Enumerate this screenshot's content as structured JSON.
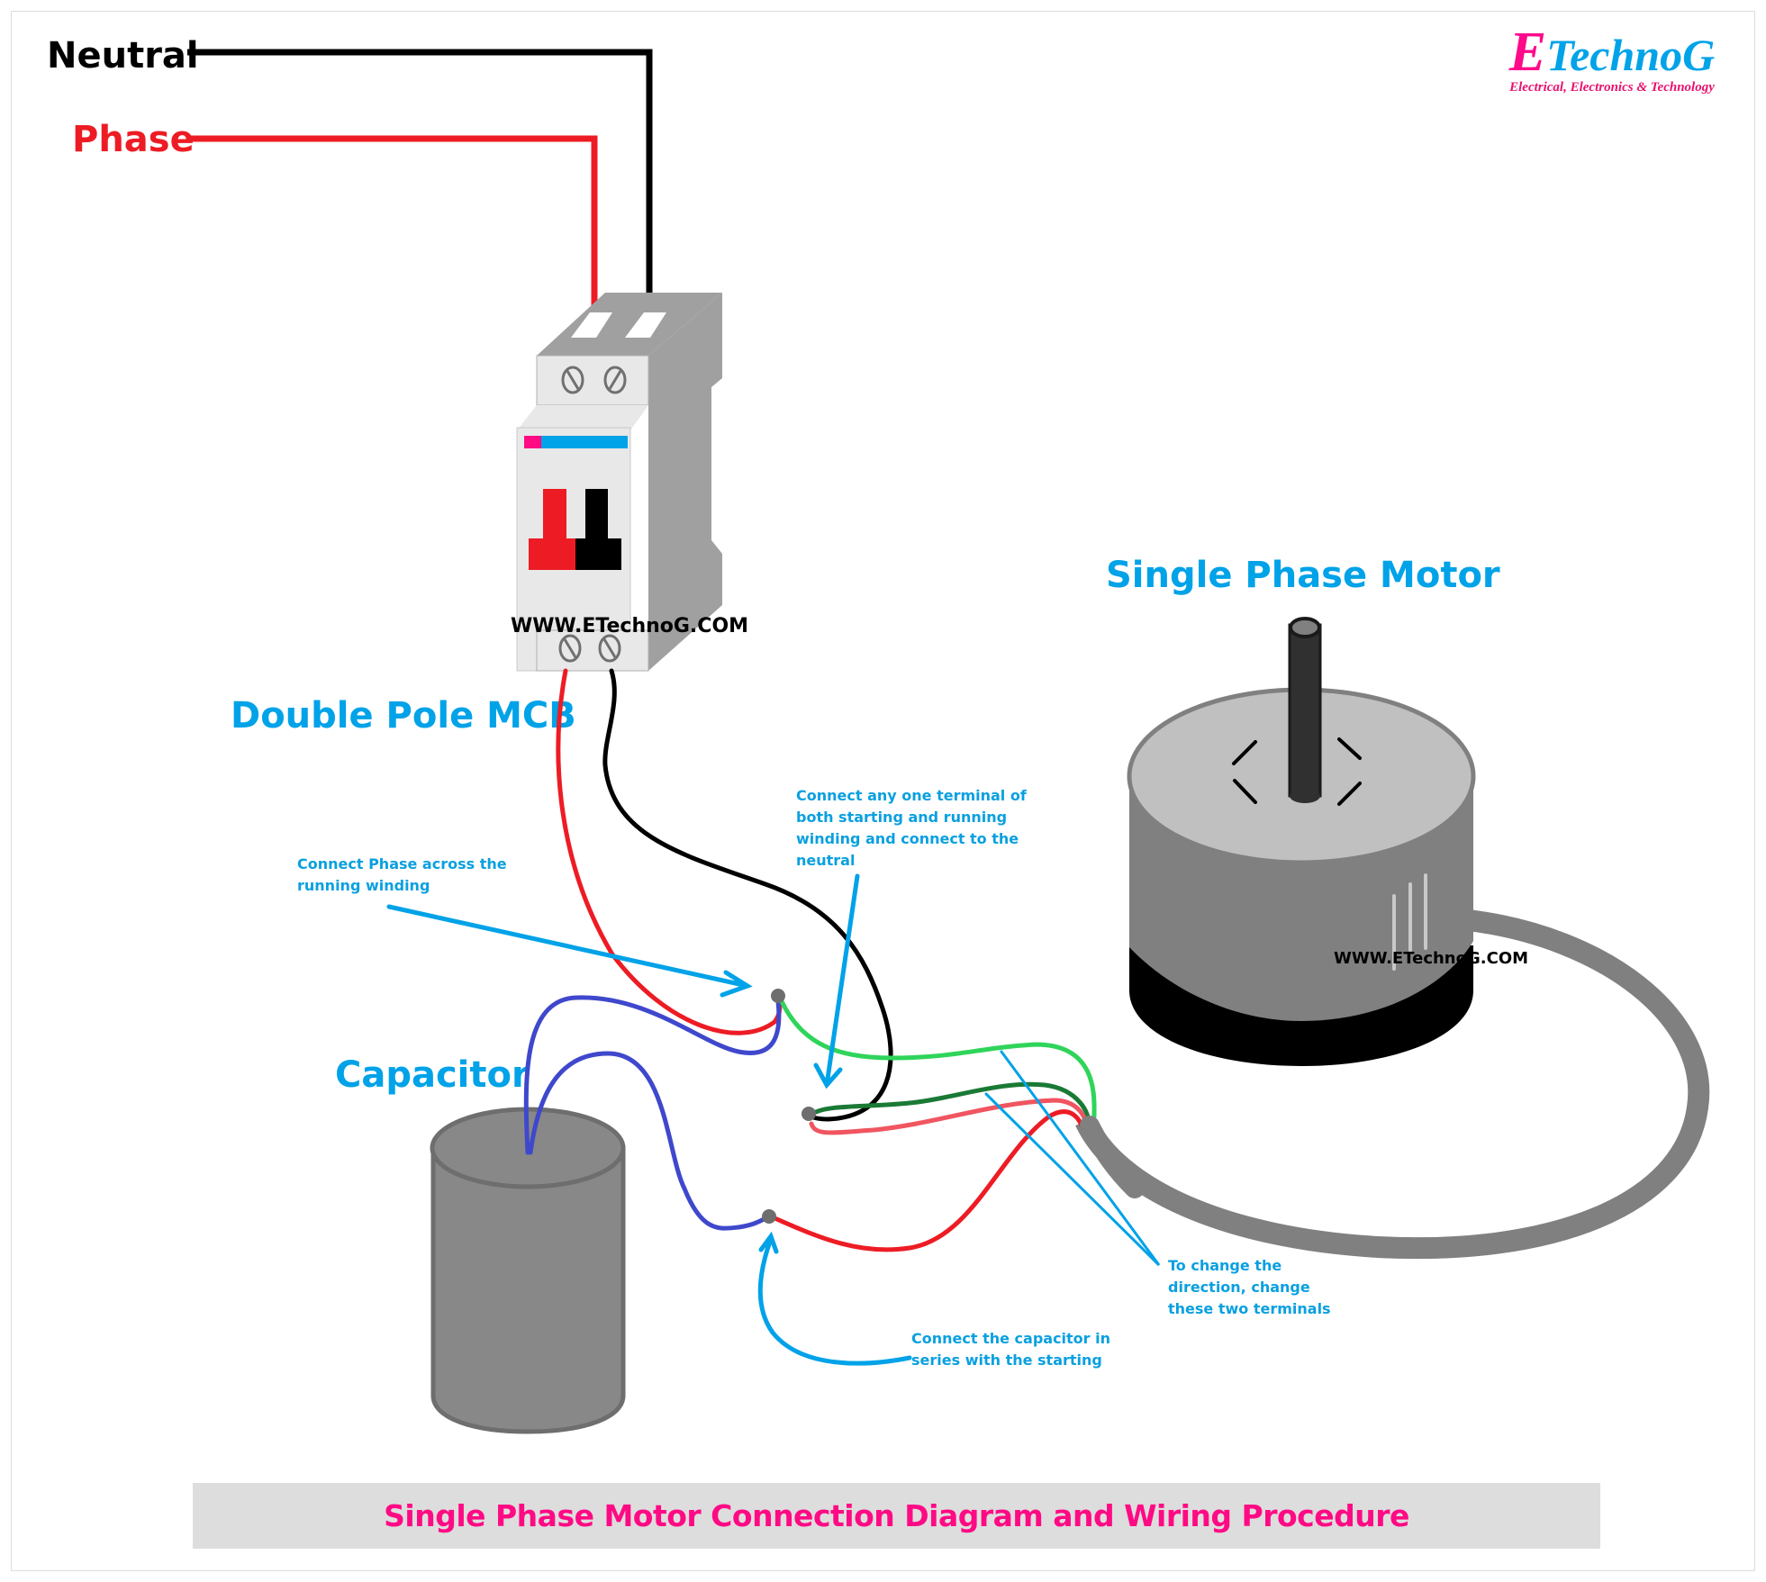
{
  "diagram": {
    "title": "Single Phase Motor Connection Diagram and Wiring Procedure",
    "brand": {
      "logo_initial": "E",
      "logo_rest": "TechnoG",
      "tagline": "Electrical, Electronics & Technology",
      "watermark": "WWW.ETechnoG.COM"
    },
    "supply": {
      "neutral_label": "Neutral",
      "phase_label": "Phase"
    },
    "components": {
      "mcb_label": "Double Pole MCB",
      "motor_label": "Single Phase Motor",
      "capacitor_label": "Capacitor"
    },
    "notes": {
      "phase_note": [
        "Connect Phase across the",
        "running winding"
      ],
      "neutral_note": [
        "Connect any one terminal of",
        "both starting and running",
        "winding and connect to the",
        "neutral"
      ],
      "direction_note": [
        "To change the",
        "direction, change",
        "these two terminals"
      ],
      "capacitor_note": [
        "Connect the capacitor in",
        "series with the starting"
      ]
    },
    "colors": {
      "phase_wire": "#ed1c24",
      "neutral_wire": "#000000",
      "capacitor_wire": "#3f48cc",
      "running_winding_wire": "#2fd45a",
      "starting_winding_wire": "#1a7a35",
      "winding_common_wire": "#f05560",
      "annotation": "#00a2e8",
      "label_blue": "#00a2e8",
      "title_pink": "#ff0a84",
      "motor_body": "#808080",
      "motor_top": "#c0c0c0"
    }
  }
}
